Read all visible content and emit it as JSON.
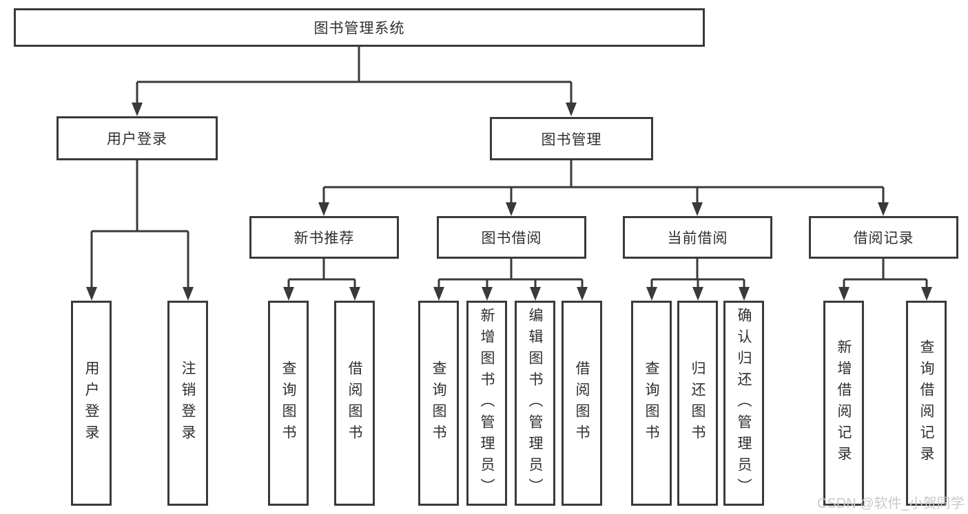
{
  "colors": {
    "line": "#3a3a3a",
    "border": "#3a3a3a",
    "text": "#2f2f2f",
    "watermark": "#c9c9c9",
    "background": "#ffffff"
  },
  "diagram": {
    "root": {
      "label": "图书管理系统"
    },
    "level2": [
      {
        "label": "用户登录"
      },
      {
        "label": "图书管理"
      }
    ],
    "level3": [
      {
        "label": "新书推荐"
      },
      {
        "label": "图书借阅"
      },
      {
        "label": "当前借阅"
      },
      {
        "label": "借阅记录"
      }
    ],
    "leaves": {
      "user_login_group": [
        {
          "label": "用户登录"
        },
        {
          "label": "注销登录"
        }
      ],
      "new_book_group": [
        {
          "label": "查询图书"
        },
        {
          "label": "借阅图书"
        }
      ],
      "book_borrow_group": [
        {
          "label": "查询图书"
        },
        {
          "label": "新增图书（管理员）"
        },
        {
          "label": "编辑图书（管理员）"
        },
        {
          "label": "借阅图书"
        }
      ],
      "current_borrow_group": [
        {
          "label": "查询图书"
        },
        {
          "label": "归还图书"
        },
        {
          "label": "确认归还（管理员）"
        }
      ],
      "records_group": [
        {
          "label": "新增借阅记录"
        },
        {
          "label": "查询借阅记录"
        }
      ]
    }
  },
  "watermark": {
    "text": "CSDN @软件_小贺同学"
  }
}
